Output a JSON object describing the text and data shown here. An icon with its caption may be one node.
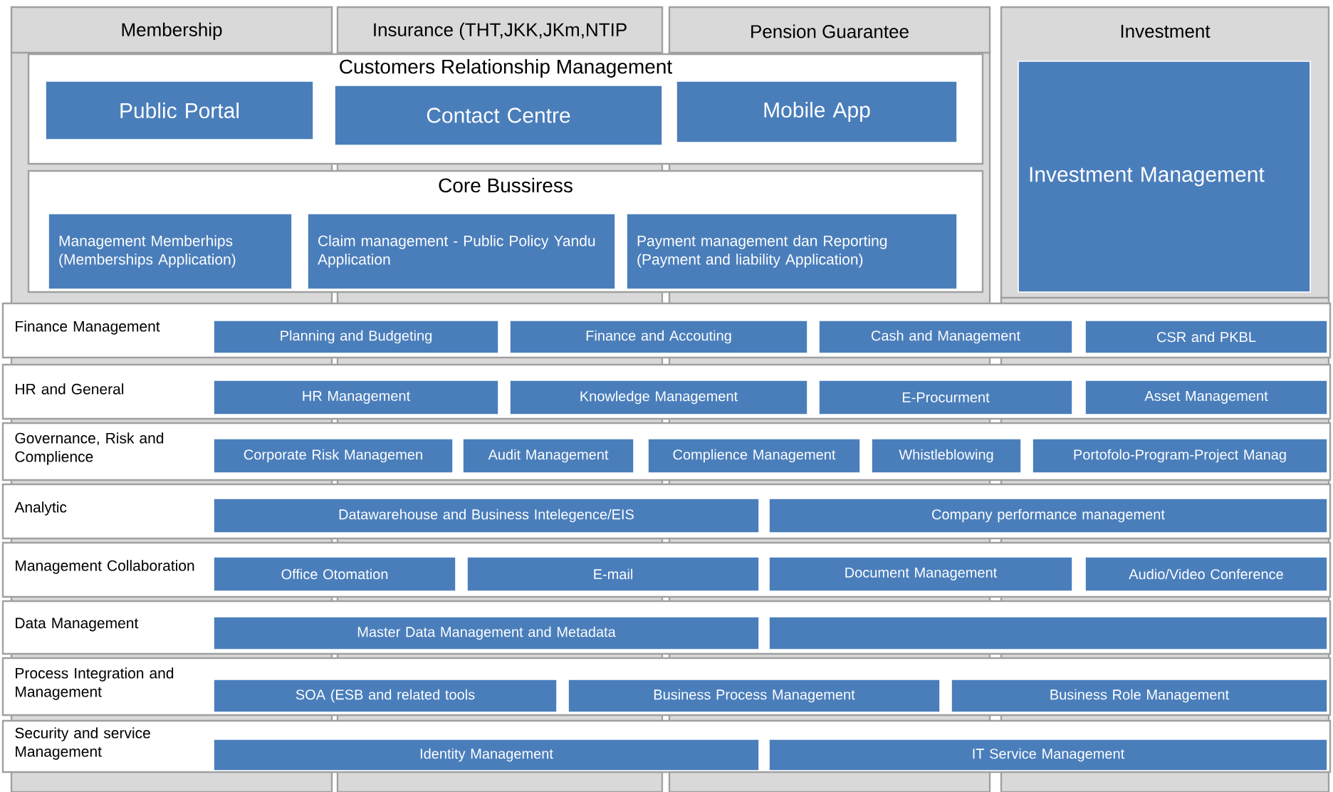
{
  "diagram": {
    "nodes": [
      {
        "text": [
          "Membership"
        ]
      },
      {
        "text": [
          "Insurance (THT,JKK,JKm,NTIP"
        ]
      },
      {
        "text": [
          "Pension Guarantee"
        ]
      },
      {
        "text": [
          "Investment"
        ]
      },
      {
        "text": [
          "Investment Management"
        ],
        "in": 3
      },
      {
        "text": [
          "Customers Relationship Management"
        ]
      },
      {
        "text": [
          "Public Portal"
        ],
        "in": 5
      },
      {
        "text": [
          "Contact Centre"
        ],
        "in": 5
      },
      {
        "text": [
          "Mobile App"
        ],
        "in": 5
      },
      {
        "text": [
          "Core Bussiress"
        ]
      },
      {
        "text": [
          "Management Memberhips (Memberships Application)"
        ],
        "in": 9
      },
      {
        "text": [
          "Claim management - Public Policy Yandu Application"
        ],
        "in": 9
      },
      {
        "text": [
          "Payment management dan Reporting (Payment and liability Application)"
        ],
        "in": 9
      },
      {
        "text": [
          "Finance Management"
        ]
      },
      {
        "text": [
          "Planning and Budgeting"
        ],
        "in": 13
      },
      {
        "text": [
          "Finance and Accouting"
        ],
        "in": 13
      },
      {
        "text": [
          "Cash and Management"
        ],
        "in": 13
      },
      {
        "text": [
          "CSR and PKBL"
        ],
        "in": 13
      },
      {
        "text": [
          "HR and General"
        ]
      },
      {
        "text": [
          "HR Management"
        ],
        "in": 18
      },
      {
        "text": [
          "Knowledge Management"
        ],
        "in": 18
      },
      {
        "text": [
          "E-Procurment"
        ],
        "in": 18
      },
      {
        "text": [
          "Asset Management"
        ],
        "in": 18
      },
      {
        "text": [
          "Governance, Risk and Complience"
        ]
      },
      {
        "text": [
          "Corporate Risk Managemen"
        ],
        "in": 23
      },
      {
        "text": [
          "Audit Management"
        ],
        "in": 23
      },
      {
        "text": [
          "Complience Management"
        ],
        "in": 23
      },
      {
        "text": [
          "Whistleblowing"
        ],
        "in": 23
      },
      {
        "text": [
          "Portofolo-Program-Project Manag"
        ],
        "in": 23
      },
      {
        "text": [
          "Analytic"
        ]
      },
      {
        "text": [
          "Datawarehouse and Business Intelegence/EIS"
        ],
        "in": 29
      },
      {
        "text": [
          "Company performance management"
        ],
        "in": 29
      },
      {
        "text": [
          "Management Collaboration"
        ]
      },
      {
        "text": [
          "Office Otomation"
        ],
        "in": 32
      },
      {
        "text": [
          "E-mail"
        ],
        "in": 32
      },
      {
        "text": [
          "Document Management"
        ],
        "in": 32
      },
      {
        "text": [
          "Audio/Video Conference"
        ],
        "in": 32
      },
      {
        "text": [
          "Data Management"
        ]
      },
      {
        "text": [
          "Master Data Management and Metadata"
        ],
        "in": 37
      },
      {
        "text": [],
        "shape": "box",
        "in": 37
      },
      {
        "text": [
          "Process Integration and Management"
        ]
      },
      {
        "text": [
          "SOA (ESB and related tools"
        ],
        "in": 40
      },
      {
        "text": [
          "Business Process Management"
        ],
        "in": 40
      },
      {
        "text": [
          "Business Role Management"
        ],
        "in": 40
      },
      {
        "text": [
          "Security and service Management"
        ]
      },
      {
        "text": [
          "Identity Management"
        ],
        "in": 44
      },
      {
        "text": [
          "IT Service Management"
        ],
        "in": 44
      }
    ]
  }
}
